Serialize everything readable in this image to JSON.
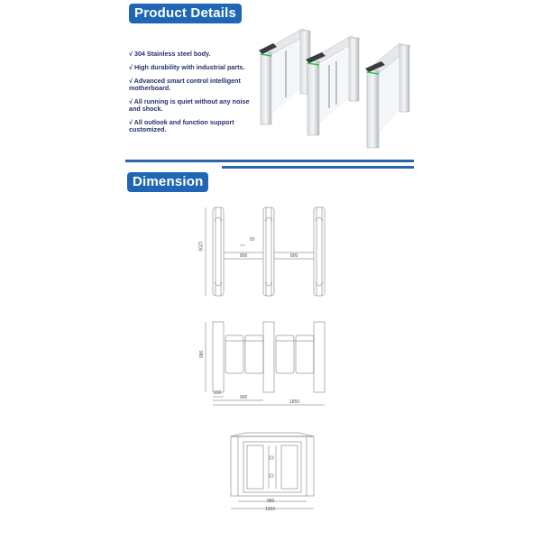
{
  "sections": {
    "product_details": {
      "title": "Product Details",
      "features": [
        "√ 304 Stainless steel body.",
        "√ High durability with industrial parts.",
        "√ Advanced smart control intelligent motherboard.",
        "√ All running is quiet without any noise and shock.",
        "√ All outlook and function support customized."
      ],
      "image": "swing-barrier-turnstile-product-render"
    },
    "dimension": {
      "title": "Dimension",
      "top_view": {
        "height": "1200",
        "gap": "50",
        "lane_left": "800",
        "lane_right": "800"
      },
      "side_view": {
        "height": "980",
        "post": "150",
        "lane": "900",
        "total": "1850"
      },
      "front_view": {
        "inner": "980",
        "outer": "1200"
      }
    }
  },
  "colors": {
    "accent": "#1f67b5",
    "text": "#23336e",
    "rule": "#2a65a8",
    "led": "#2ec44a"
  }
}
